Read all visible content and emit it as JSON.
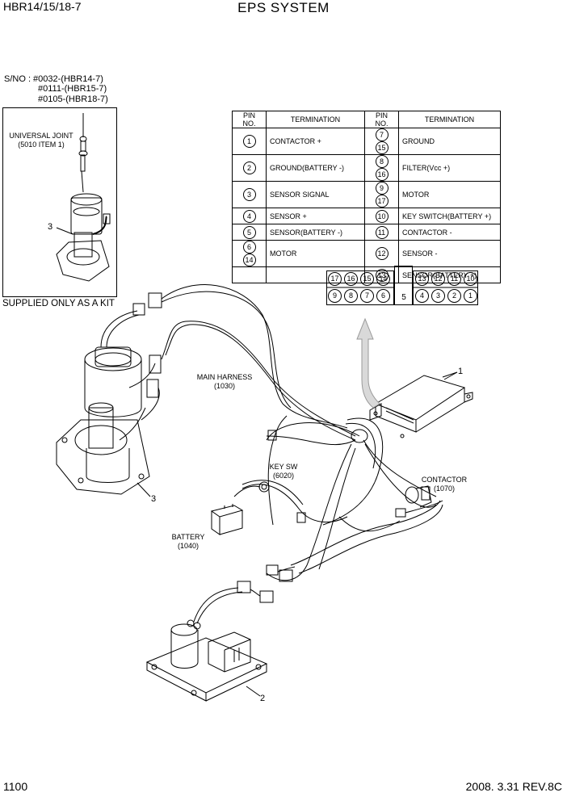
{
  "header": {
    "model": "HBR14/15/18-7",
    "title": "EPS SYSTEM"
  },
  "serial": {
    "line1": "S/NO : #0032-(HBR14-7)",
    "line2": "#0111-(HBR15-7)",
    "line3": "#0105-(HBR18-7)"
  },
  "inset": {
    "joint_label1": "UNIVERSAL JOINT",
    "joint_label2": "(5010 ITEM 1)",
    "callout": "3"
  },
  "kit_note": "SUPPLIED ONLY AS A KIT",
  "pin_table": {
    "headers": [
      "PIN NO.",
      "TERMINATION",
      "PIN NO.",
      "TERMINATION"
    ],
    "left_rows": [
      {
        "pins": [
          "1"
        ],
        "term": "CONTACTOR +"
      },
      {
        "pins": [
          "2"
        ],
        "term": "GROUND(BATTERY -)"
      },
      {
        "pins": [
          "3"
        ],
        "term": "SENSOR SIGNAL"
      },
      {
        "pins": [
          "4"
        ],
        "term": "SENSOR +"
      },
      {
        "pins": [
          "5"
        ],
        "term": "SENSOR(BATTERY -)"
      },
      {
        "pins": [
          "6",
          "14"
        ],
        "term": "MOTOR"
      },
      {
        "pins": [],
        "term": ""
      }
    ],
    "right_rows": [
      {
        "pins": [
          "7",
          "15"
        ],
        "term": "GROUND"
      },
      {
        "pins": [
          "8",
          "16"
        ],
        "term": "FILTER(Vcc +)"
      },
      {
        "pins": [
          "9",
          "17"
        ],
        "term": "MOTOR"
      },
      {
        "pins": [
          "10"
        ],
        "term": "KEY SWITCH(BATTERY +)"
      },
      {
        "pins": [
          "11"
        ],
        "term": "CONTACTOR -"
      },
      {
        "pins": [
          "12"
        ],
        "term": "SENSOR -"
      },
      {
        "pins": [
          "13"
        ],
        "term": "SENSOR(BATTERY +)"
      }
    ]
  },
  "connector_face": {
    "top_left": [
      "17",
      "16",
      "15",
      "14"
    ],
    "top_right": [
      "13",
      "12",
      "11",
      "10"
    ],
    "bottom_left": [
      "9",
      "8",
      "7",
      "6"
    ],
    "middle": "5",
    "bottom_right": [
      "4",
      "3",
      "2",
      "1"
    ]
  },
  "labels": {
    "main_harness": "MAIN HARNESS",
    "main_harness_no": "(1030)",
    "key_sw": "KEY SW",
    "key_sw_no": "(6020)",
    "contactor": "CONTACTOR",
    "contactor_no": "(1070)",
    "battery": "BATTERY",
    "battery_no": "(1040)"
  },
  "callouts": {
    "controller": "1",
    "filter": "2",
    "motor": "3"
  },
  "footer": {
    "page": "1100",
    "revision": "2008. 3.31  REV.8C"
  }
}
